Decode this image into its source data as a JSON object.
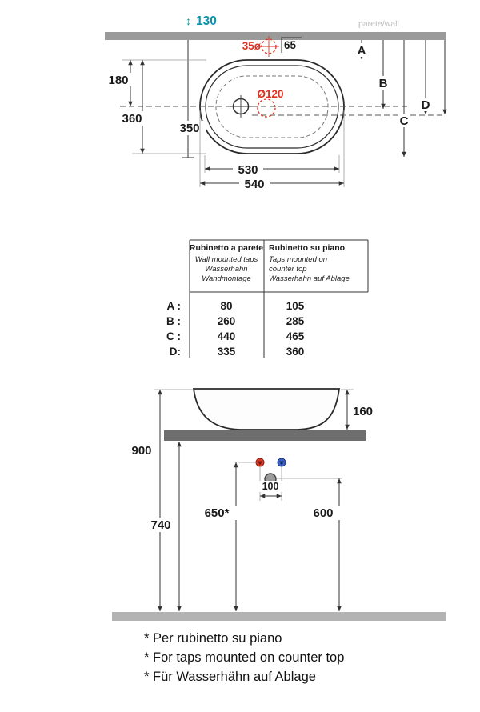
{
  "colors": {
    "red_accent": "#e0301e",
    "teal_accent": "#0a96aa",
    "wall_gray": "#9a9a9a",
    "counter_gray": "#6e6e6e",
    "floor_gray": "#b3b3b3",
    "label_gray": "#bdbdbd"
  },
  "icons": {
    "updown_arrow": "↕"
  },
  "top_view": {
    "wall_gap": "130",
    "wall_label": "parete/wall",
    "tap_hole_diameter": "35ø",
    "tap_offset": "65",
    "half_depth": "180",
    "outer_depth": "360",
    "inner_depth": "350",
    "drain_diameter": "Ø120",
    "letter_a": "A",
    "letter_b": "B",
    "letter_c": "C",
    "letter_d": "D",
    "inner_width": "530",
    "outer_width": "540"
  },
  "table": {
    "col_wall": {
      "title": "Rubinetto a parete",
      "line1": "Wall mounted taps",
      "line2": "Wasserhahn",
      "line3": "Wandmontage"
    },
    "col_counter": {
      "title": "Rubinetto su piano",
      "line1": "Taps mounted on",
      "line2": "counter top",
      "line3": "Wasserhahn auf Ablage"
    },
    "rows": [
      {
        "label": "A :",
        "wall": "80",
        "counter": "105"
      },
      {
        "label": "B :",
        "wall": "260",
        "counter": "285"
      },
      {
        "label": "C :",
        "wall": "440",
        "counter": "465"
      },
      {
        "label": "D:",
        "wall": "335",
        "counter": "360"
      }
    ]
  },
  "side_view": {
    "basin_height": "160",
    "counter_height": "900",
    "drain_height": "740",
    "tap_height_counter": "650*",
    "supply_height": "600",
    "tap_spacing": "100"
  },
  "footnotes": [
    "* Per rubinetto su piano",
    "* For taps mounted on counter top",
    "* Für Wasserhähn auf Ablage"
  ]
}
